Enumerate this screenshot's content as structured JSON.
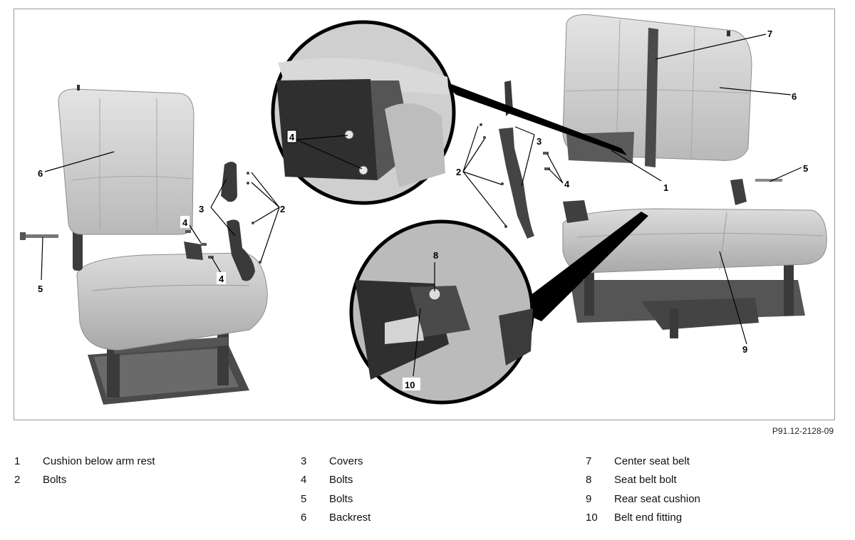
{
  "callouts": {
    "c1": "1",
    "c2a": "2",
    "c2b": "2",
    "c3a": "3",
    "c3b": "3",
    "c4a": "4",
    "c4b": "4",
    "c4c": "4",
    "c4d": "4",
    "c5a": "5",
    "c5b": "5",
    "c6a": "6",
    "c6b": "6",
    "c7": "7",
    "c8": "8",
    "c9": "9",
    "c10": "10"
  },
  "figure_code": "P91.12-2128-09",
  "legend": [
    {
      "number": "1",
      "label": "Cushion below arm rest"
    },
    {
      "number": "2",
      "label": "Bolts"
    },
    {
      "number": "3",
      "label": "Covers"
    },
    {
      "number": "4",
      "label": "Bolts"
    },
    {
      "number": "5",
      "label": "Bolts"
    },
    {
      "number": "6",
      "label": "Backrest"
    },
    {
      "number": "7",
      "label": "Center seat belt"
    },
    {
      "number": "8",
      "label": "Seat belt bolt"
    },
    {
      "number": "9",
      "label": "Rear seat cushion"
    },
    {
      "number": "10",
      "label": "Belt end fitting"
    }
  ]
}
